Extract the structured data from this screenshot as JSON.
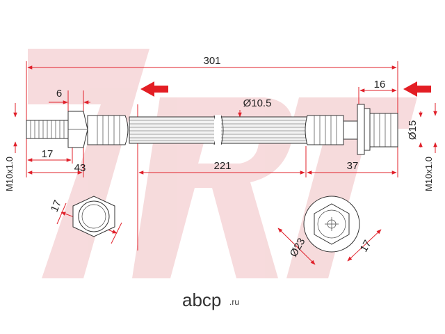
{
  "watermark": {
    "text": "7RT",
    "color": "#f3c9cb"
  },
  "colors": {
    "dimension": "#e0202a",
    "arrow": "#e31e24",
    "outline": "#333333"
  },
  "dimensions": {
    "overall_length": "301",
    "hose_length": "221",
    "right_end_length": "37",
    "left_end_length": "43",
    "left_thread_length": "17",
    "left_thread_width": "6",
    "right_collar_width": "16",
    "hose_diameter": "Ø10.5",
    "right_diameter": "Ø15",
    "left_thread": "M10x1.0",
    "right_thread": "M10x1.0",
    "left_hex": "17",
    "right_hex": "17",
    "right_flange": "Ø23"
  },
  "brand": {
    "name": "abcp",
    "tld": ".ru"
  },
  "icons": {
    "direction_arrow": "arrow-left-icon"
  }
}
